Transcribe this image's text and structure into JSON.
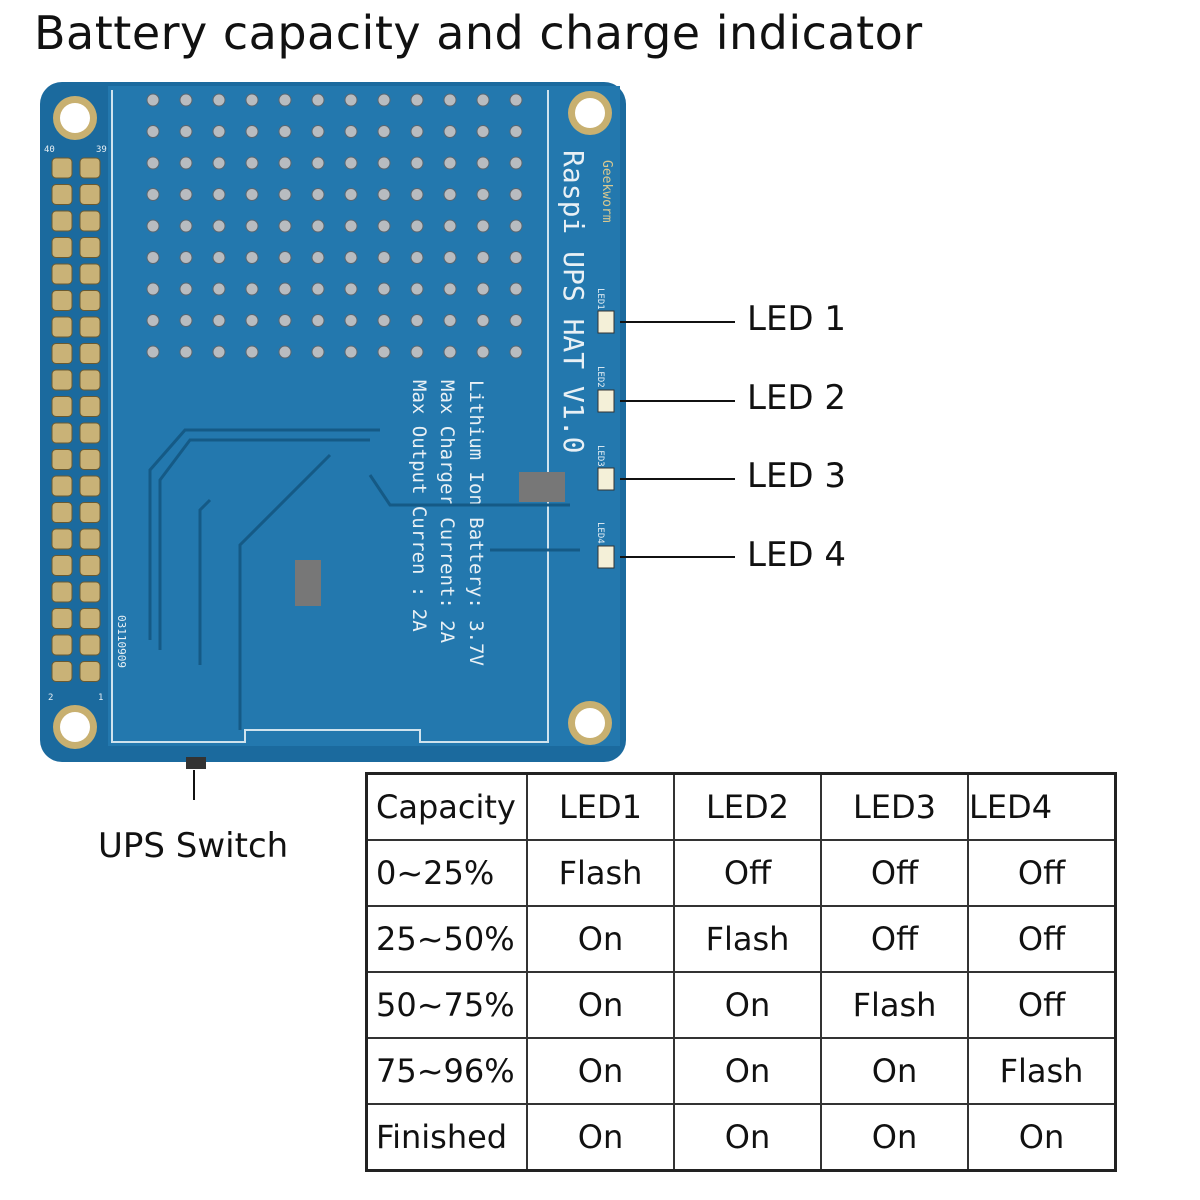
{
  "title": "Battery capacity and charge indicator",
  "board": {
    "brand": "Geekworm",
    "model": "Raspi UPS HAT V1.0",
    "specs": [
      "Lithium Ion Battery: 3.7V",
      "Max Charger Current: 2A",
      "Max Output Curren : 2A"
    ],
    "led_silk": [
      "LED1",
      "LED2",
      "LED3",
      "LED4"
    ],
    "code": "03110909",
    "pin_labels": [
      "39",
      "40",
      "1",
      "2"
    ],
    "colors": {
      "pcb": "#1f6fa3",
      "pcb_dark": "#165c8c",
      "led": "#f4f0d8"
    }
  },
  "callouts": {
    "led1": "LED 1",
    "led2": "LED 2",
    "led3": "LED 3",
    "led4": "LED 4",
    "switch": "UPS Switch"
  },
  "table": {
    "headers": [
      "Capacity",
      "LED1",
      "LED2",
      "LED3",
      "LED4"
    ],
    "rows": [
      [
        "0~25%",
        "Flash",
        "Off",
        "Off",
        "Off"
      ],
      [
        "25~50%",
        "On",
        "Flash",
        "Off",
        "Off"
      ],
      [
        "50~75%",
        "On",
        "On",
        "Flash",
        "Off"
      ],
      [
        "75~96%",
        "On",
        "On",
        "On",
        "Flash"
      ],
      [
        "Finished",
        "On",
        "On",
        "On",
        "On"
      ]
    ]
  }
}
